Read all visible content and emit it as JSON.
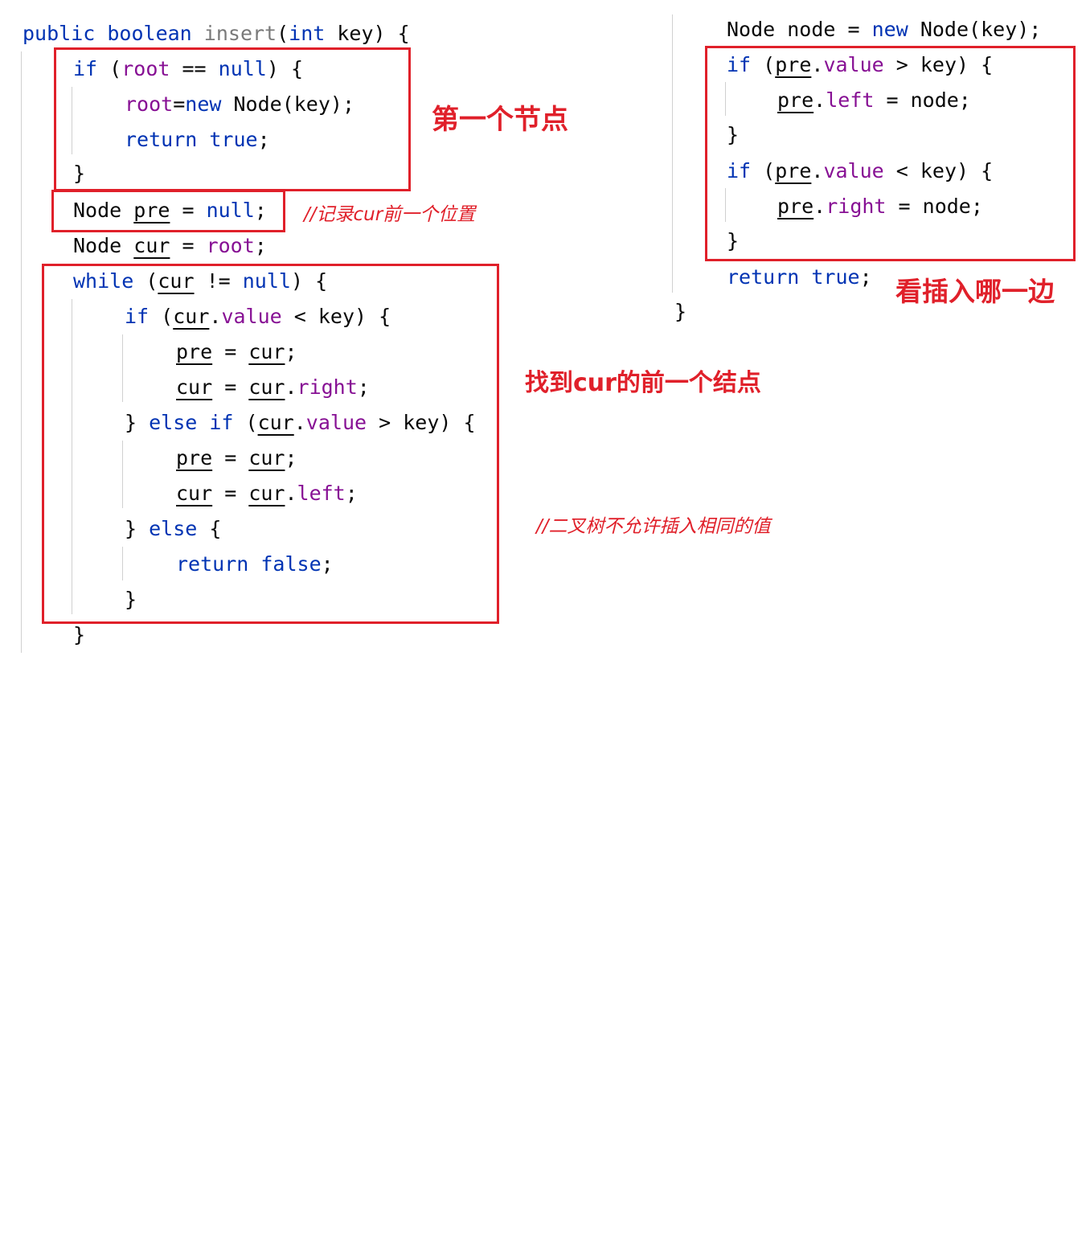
{
  "left": {
    "sig": {
      "a": "public",
      "b": "boolean",
      "c": "insert",
      "d": "(",
      "e": "int",
      "f": " key) {"
    },
    "l1": {
      "a": "if",
      "b": " (",
      "c": "root",
      "d": " == ",
      "e": "null",
      "f": ") {"
    },
    "l2": {
      "a": "root",
      "b": "=",
      "c": "new",
      "d": " Node(key);"
    },
    "l3": {
      "a": "return",
      "b": " ",
      "c": "true",
      "d": ";"
    },
    "l4": "}",
    "l5": {
      "a": "Node ",
      "b": "pre",
      "c": " = ",
      "d": "null",
      "e": ";"
    },
    "l6": {
      "a": "Node ",
      "b": "cur",
      "c": " = ",
      "d": "root",
      "e": ";"
    },
    "l7": {
      "a": "while",
      "b": " (",
      "c": "cur",
      "d": " != ",
      "e": "null",
      "f": ") {"
    },
    "l8": {
      "a": "if",
      "b": " (",
      "c": "cur",
      "d": ".",
      "e": "value",
      "f": " < key) {"
    },
    "l9": {
      "a": "pre",
      "b": " = ",
      "c": "cur",
      "d": ";"
    },
    "l10": {
      "a": "cur",
      "b": " = ",
      "c": "cur",
      "d": ".",
      "e": "right",
      "f": ";"
    },
    "l11": {
      "a": "} ",
      "b": "else if",
      "c": " (",
      "d": "cur",
      "e": ".",
      "f": "value",
      "g": " > key) {"
    },
    "l12": {
      "a": "pre",
      "b": " = ",
      "c": "cur",
      "d": ";"
    },
    "l13": {
      "a": "cur",
      "b": " = ",
      "c": "cur",
      "d": ".",
      "e": "left",
      "f": ";"
    },
    "l14": {
      "a": "} ",
      "b": "else",
      "c": " {"
    },
    "l15": {
      "a": "return",
      "b": " ",
      "c": "false",
      "d": ";"
    },
    "l16": "}",
    "l17": "}"
  },
  "right": {
    "r1": {
      "a": "Node node = ",
      "b": "new",
      "c": " Node(key);"
    },
    "r2": {
      "a": "if",
      "b": " (",
      "c": "pre",
      "d": ".",
      "e": "value",
      "f": " > key) {"
    },
    "r3": {
      "a": "pre",
      "b": ".",
      "c": "left",
      "d": " = node;"
    },
    "r4": "}",
    "r5": {
      "a": "if",
      "b": " (",
      "c": "pre",
      "d": ".",
      "e": "value",
      "f": " < key) {"
    },
    "r6": {
      "a": "pre",
      "b": ".",
      "c": "right",
      "d": " = node;"
    },
    "r7": "}",
    "r8": {
      "a": "return",
      "b": " ",
      "c": "true",
      "d": ";"
    },
    "r9": "}"
  },
  "annotations": {
    "first_node": "第一个节点",
    "find_prev": "找到cur的前一个结点",
    "which_side": "看插入哪一边",
    "comment_record": "//记录cur前一个位置",
    "comment_no_dup": "//二叉树不允许插入相同的值"
  },
  "colors": {
    "keyword": "#0033b3",
    "field": "#871094",
    "method": "#7a7a7a",
    "annotation": "#e0202a"
  }
}
